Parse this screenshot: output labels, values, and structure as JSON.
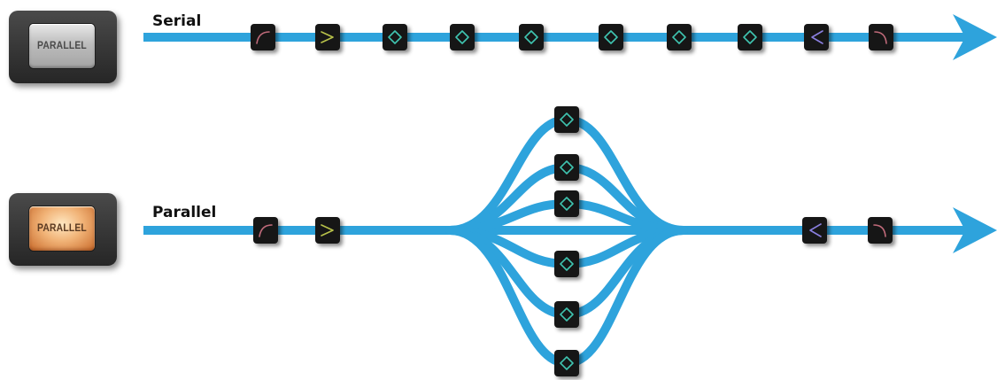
{
  "serial": {
    "button_label": "PARALLEL",
    "button_state": "off",
    "label": "Serial",
    "chain": [
      "hpf-icon",
      "gate-icon",
      "eq-band-icon",
      "eq-band-icon",
      "eq-band-icon",
      "eq-band-icon",
      "eq-band-icon",
      "eq-band-icon",
      "compressor-icon",
      "lpf-icon"
    ]
  },
  "parallel": {
    "button_label": "PARALLEL",
    "button_state": "on",
    "label": "Parallel",
    "pre_chain": [
      "hpf-icon",
      "gate-icon"
    ],
    "branches": [
      "eq-band-icon",
      "eq-band-icon",
      "eq-band-icon",
      "eq-band-icon",
      "eq-band-icon",
      "eq-band-icon"
    ],
    "post_chain": [
      "compressor-icon",
      "lpf-icon"
    ]
  },
  "colors": {
    "signal_line": "#2ea3dc",
    "module_bg": "#151515",
    "filter_icon": "#c06a7a",
    "gate_icon": "#b8c24a",
    "eq_icon": "#3fc4b0",
    "compressor_icon": "#8a7fe0"
  }
}
